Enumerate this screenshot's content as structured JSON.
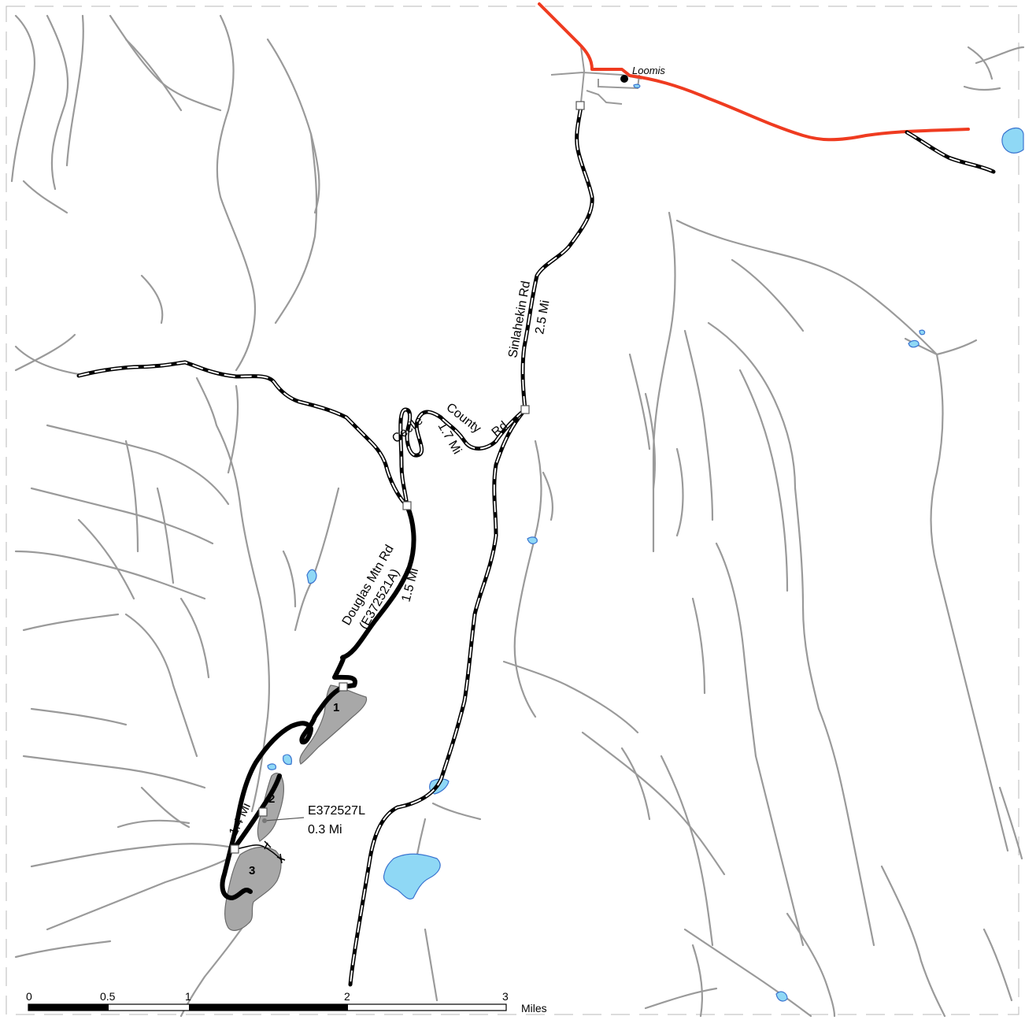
{
  "map": {
    "colors": {
      "highway": "#ef3b20",
      "stream": "#9a9a9a",
      "water": "#8fd8f5",
      "unit": "#a8a8a8",
      "route": "#000000"
    },
    "town": {
      "name": "Loomis"
    },
    "roads": {
      "sinlahekin_name": "Sinlahekin Rd",
      "sinlahekin_dist": "2.5 Mi",
      "cecile_word1": "Cecile",
      "cecile_word2": "County",
      "cecile_word3": "Rd",
      "cecile_dist": "1.7 Mi",
      "douglas_name": "Douglas Mtn Rd",
      "douglas_code": "(E372521A)",
      "douglas_dist": "1.5 Mi",
      "spur_dist": "1.4 Mi",
      "spur2_code": "E372527L",
      "spur2_dist": "0.3 Mi"
    },
    "units": [
      "1",
      "2",
      "3"
    ],
    "scale_bar": {
      "ticks": [
        "0",
        "0.5",
        "1",
        "2",
        "3"
      ],
      "units_label": "Miles"
    }
  }
}
